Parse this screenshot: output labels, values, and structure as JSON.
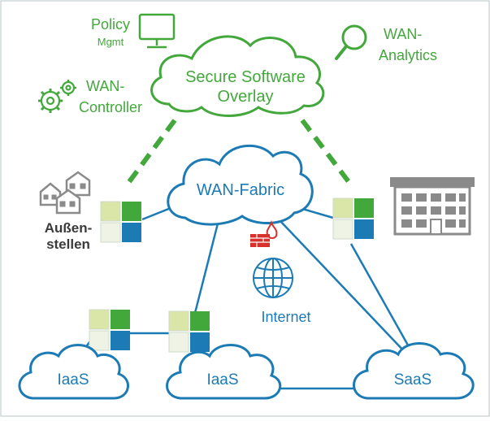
{
  "overlay": {
    "title_line1": "Secure Software",
    "title_line2": "Overlay"
  },
  "policy": {
    "line1": "Policy",
    "line2": "Mgmt",
    "icon": "monitor-icon"
  },
  "controller": {
    "line1": "WAN-",
    "line2": "Controller",
    "icon": "gears-icon"
  },
  "analytics": {
    "line1": "WAN-",
    "line2": "Analytics",
    "icon": "magnifier-icon"
  },
  "fabric": {
    "label": "WAN-Fabric"
  },
  "branch": {
    "line1": "Außen-",
    "line2": "stellen",
    "icon": "houses-icon"
  },
  "hq": {
    "icon": "office-building-icon"
  },
  "firewall": {
    "icon": "firewall-icon"
  },
  "internet": {
    "label": "Internet",
    "icon": "globe-icon"
  },
  "clouds": {
    "iaas_left": "IaaS",
    "iaas_mid": "IaaS",
    "saas": "SaaS"
  },
  "colors": {
    "green": "#43a83c",
    "blue": "#1c7ab5",
    "light_green": "#d9e6a8",
    "pale": "#eef3e6",
    "gray": "#8a8a8a",
    "red": "#d9302c"
  }
}
